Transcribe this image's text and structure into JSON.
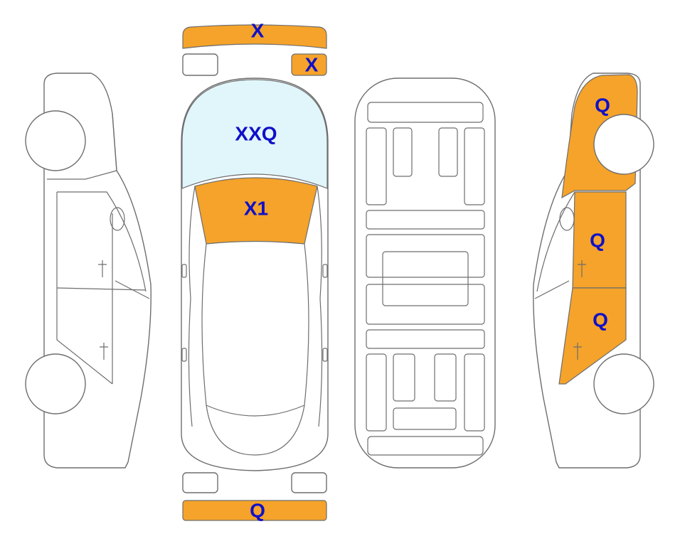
{
  "colors": {
    "damage": "#F5A32A",
    "glass": "#E1F6FB",
    "label": "#1010C8",
    "outline": "#6E6E6E"
  },
  "labels": {
    "front_bumper": "X",
    "front_right_light": "X",
    "windshield": "XXQ",
    "hood": "X1",
    "right_front_fender": "Q",
    "right_front_door": "Q",
    "right_rear_door": "Q",
    "rear_bumper": "Q"
  }
}
